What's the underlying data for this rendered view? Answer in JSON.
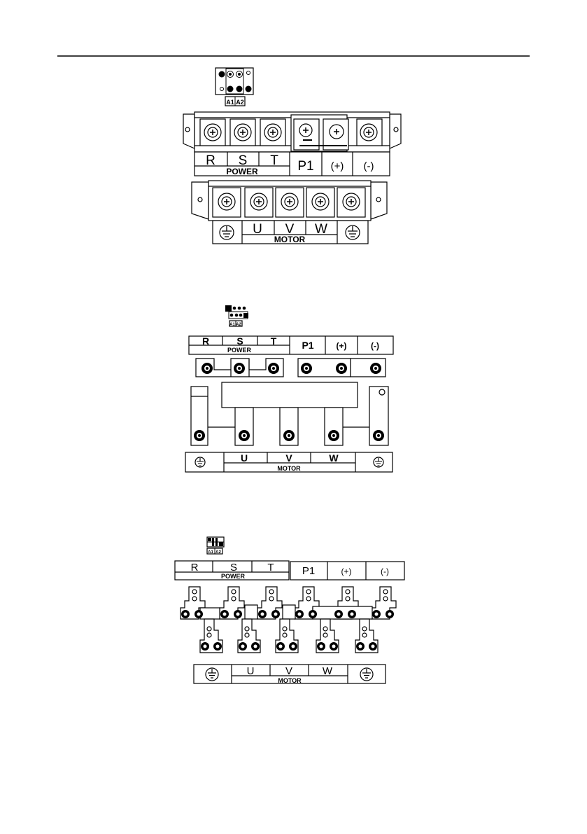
{
  "jumper_labels": [
    "A1",
    "A2"
  ],
  "diagram1": {
    "power_terminals": [
      "R",
      "S",
      "T"
    ],
    "power_group": "POWER",
    "dc_terminals": [
      "P1",
      "(+)",
      "(-)"
    ],
    "motor_terminals": [
      "U",
      "V",
      "W"
    ],
    "motor_group": "MOTOR"
  },
  "diagram2": {
    "power_terminals": [
      "R",
      "S",
      "T"
    ],
    "power_group": "POWER",
    "dc_terminals": [
      "P1",
      "(+)",
      "(-)"
    ],
    "motor_terminals": [
      "U",
      "V",
      "W"
    ],
    "motor_group": "MOTOR"
  },
  "diagram3": {
    "power_terminals": [
      "R",
      "S",
      "T"
    ],
    "power_group": "POWER",
    "dc_terminals": [
      "P1",
      "(+)",
      "(-)"
    ],
    "motor_terminals": [
      "U",
      "V",
      "W"
    ],
    "motor_group": "MOTOR"
  }
}
